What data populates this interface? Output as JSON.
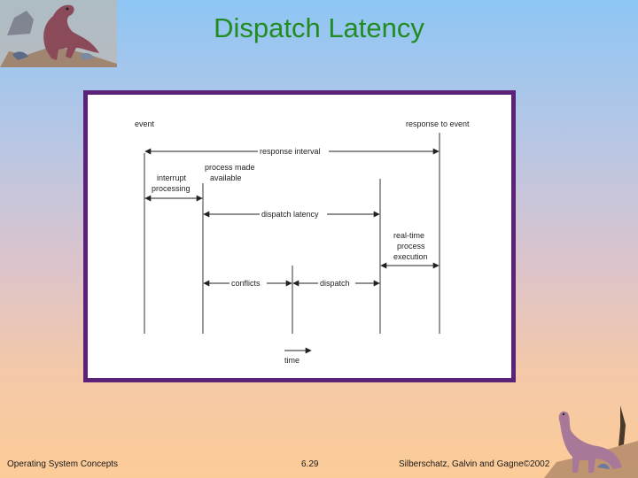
{
  "slide": {
    "title": "Dispatch Latency",
    "footer_left": "Operating System Concepts",
    "footer_center": "6.29",
    "footer_right": "Silberschatz, Galvin and  Gagne©2002"
  },
  "diagram": {
    "event_label": "event",
    "response_label": "response to event",
    "response_interval_label": "response interval",
    "interrupt_label_line1": "interrupt",
    "interrupt_label_line2": "processing",
    "process_available_line1": "process made",
    "process_available_line2": "available",
    "dispatch_latency_label": "dispatch latency",
    "realtime_line1": "real-time",
    "realtime_line2": "process",
    "realtime_line3": "execution",
    "conflicts_label": "conflicts",
    "dispatch_label": "dispatch",
    "time_label": "time"
  },
  "colors": {
    "title": "#228b22",
    "frame_border": "#5a2278"
  },
  "icons": {
    "top_left": "dinosaur-icon",
    "bottom_right": "dinosaur-icon"
  }
}
